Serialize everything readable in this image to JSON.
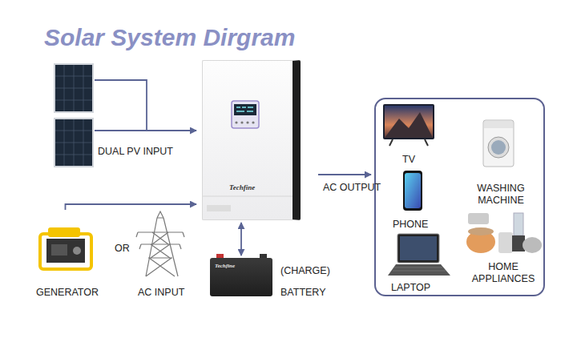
{
  "diagram": {
    "title": "Solar System Dirgram",
    "nodes": [
      {
        "text": [
          "DUAL PV INPUT"
        ]
      },
      {
        "text": [
          "Techfine"
        ]
      },
      {
        "text": [
          "GENERATOR"
        ]
      },
      {
        "text": [
          "Techfine",
          "BATTERY"
        ]
      },
      {
        "text": []
      },
      {
        "text": [
          "TV"
        ],
        "in": 4
      },
      {
        "text": [
          "PHONE"
        ],
        "in": 4
      },
      {
        "text": [
          "LAPTOP"
        ],
        "in": 4
      },
      {
        "text": [
          "WASHING MACHINE"
        ],
        "in": 4
      },
      {
        "text": [
          "HOME APPLIANCES"
        ],
        "in": 4
      }
    ],
    "edges": [
      {
        "from": 0,
        "to": 1,
        "arrow": "to"
      },
      {
        "from": 2,
        "to": 1,
        "arrow": "to"
      },
      {
        "from": 1,
        "to": 3,
        "arrow": "both",
        "label": "(CHARGE)"
      },
      {
        "from": 1,
        "to": 4,
        "arrow": "to",
        "label": "AC OUTPUT"
      }
    ],
    "labels": [
      "OR",
      "AC INPUT"
    ]
  }
}
